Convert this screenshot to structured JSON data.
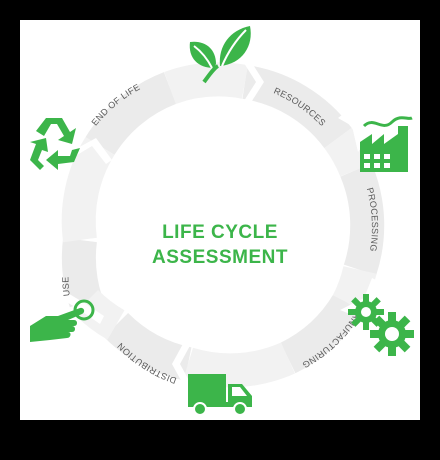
{
  "title": {
    "line1": "LIFE CYCLE",
    "line2": "ASSESSMENT"
  },
  "stages": [
    {
      "id": "resources",
      "label": "RESOURCES",
      "icon": "leaf-icon"
    },
    {
      "id": "processing",
      "label": "PROCESSING",
      "icon": "factory-icon"
    },
    {
      "id": "manufacturing",
      "label": "MANUFACTURING",
      "icon": "gears-icon"
    },
    {
      "id": "distribution",
      "label": "DISTRIBUTION",
      "icon": "truck-icon"
    },
    {
      "id": "use",
      "label": "USE",
      "icon": "hand-pointer-icon"
    },
    {
      "id": "end_of_life",
      "label": "END OF LIFE",
      "icon": "recycle-icon"
    }
  ],
  "colors": {
    "accent": "#3cb54a",
    "ring": "#ebebeb",
    "label": "#5a5a5a",
    "background": "#ffffff",
    "border": "#000000"
  }
}
